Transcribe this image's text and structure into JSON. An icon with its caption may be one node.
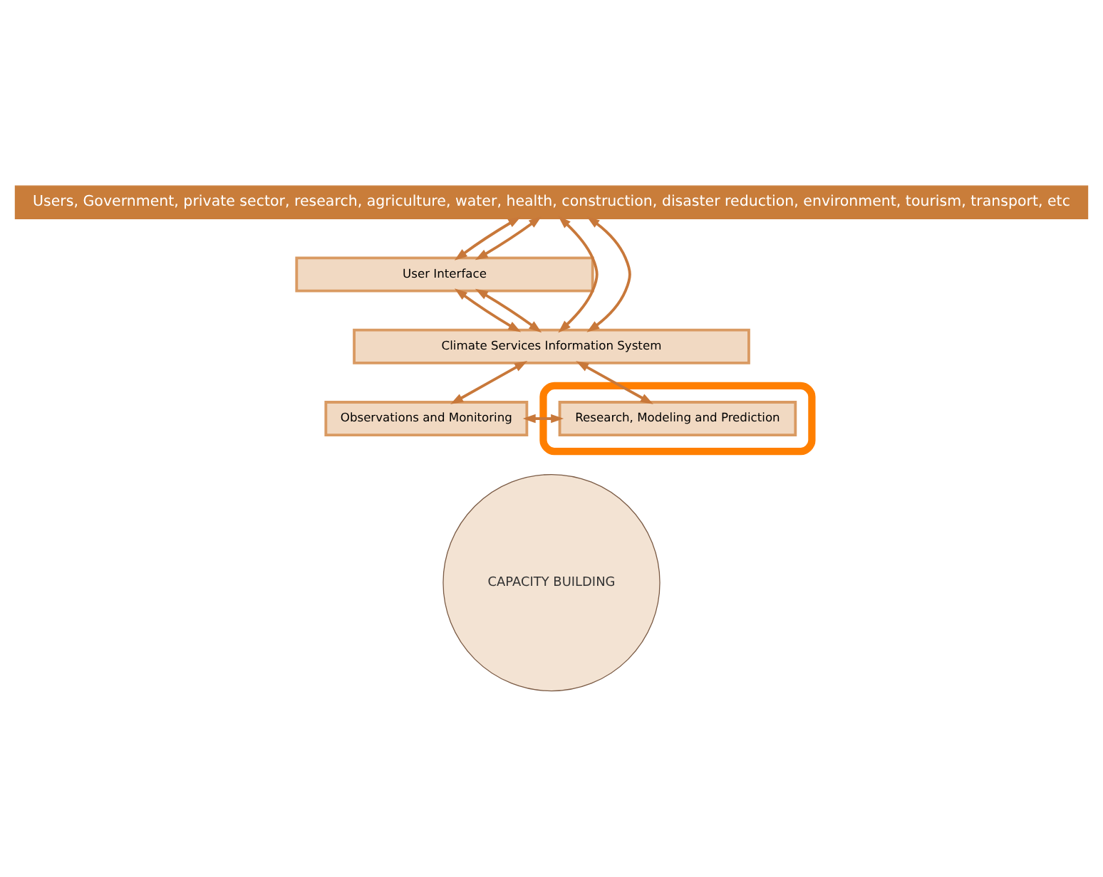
{
  "diagram": {
    "nodes": [
      {
        "text": [
          "Users, Government, private sector, research, agriculture, water, health, construction, disaster reduction, environment, tourism, transport, etc"
        ]
      },
      {
        "text": [
          "CAPACITY BUILDING"
        ]
      },
      {
        "text": [
          "User Interface"
        ]
      },
      {
        "text": [
          "Climate Services Information System"
        ]
      },
      {
        "text": [
          "Observations and Monitoring"
        ]
      },
      {
        "text": [],
        "shape": "ellipse"
      },
      {
        "text": [
          "Research, Modeling and Prediction"
        ],
        "in": 5
      }
    ],
    "edges": [
      {
        "from": 0,
        "to": 3,
        "arrow": "both"
      },
      {
        "from": 0,
        "to": 2,
        "arrow": "both"
      },
      {
        "from": 0,
        "to": 2,
        "arrow": "both"
      },
      {
        "from": 0,
        "to": 3,
        "arrow": "both"
      },
      {
        "from": 2,
        "to": 3,
        "arrow": "both"
      },
      {
        "from": 2,
        "to": 3,
        "arrow": "both"
      },
      {
        "from": 3,
        "to": 4,
        "arrow": "both"
      },
      {
        "from": 3,
        "to": 6,
        "arrow": "both"
      },
      {
        "from": 4,
        "to": 6,
        "arrow": "both"
      }
    ]
  }
}
